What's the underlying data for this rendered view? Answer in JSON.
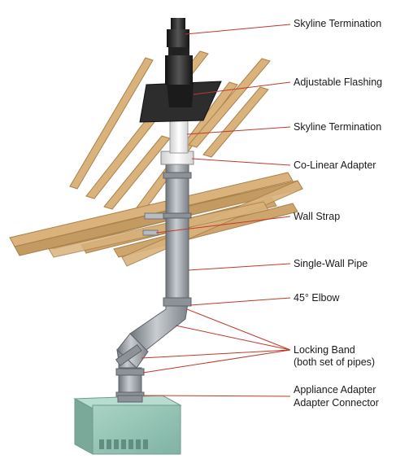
{
  "labels": {
    "skyline_termination_top": "Skyline Termination",
    "adjustable_flashing": "Adjustable Flashing",
    "skyline_termination_lower": "Skyline Termination",
    "co_linear_adapter": "Co-Linear Adapter",
    "wall_strap": "Wall Strap",
    "single_wall_pipe": "Single-Wall Pipe",
    "elbow_45": "45° Elbow",
    "locking_band_line1": "Locking Band",
    "locking_band_line2": "(both set of pipes)",
    "appliance_adapter": "Appliance Adapter",
    "adapter_connector": "Adapter Connector"
  },
  "colors": {
    "leader_line": "#c0392b",
    "lumber": "#d9b27c",
    "lumber_edge": "#a9824c",
    "pipe": "#9aa0a6",
    "pipe_dark": "#6f757b",
    "flashing": "#2b2b2b",
    "termination_white": "#f2f2f2",
    "appliance": "#8fbfb0"
  }
}
